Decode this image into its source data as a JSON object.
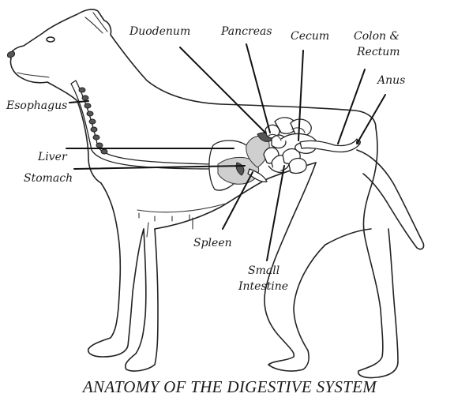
{
  "title": "ANATOMY OF THE DIGESTIVE SYSTEM",
  "labels": {
    "duodenum": "Duodenum",
    "pancreas": "Pancreas",
    "cecum": "Cecum",
    "colon_line1": "Colon &",
    "colon_line2": "Rectum",
    "anus": "Anus",
    "esophagus": "Esophagus",
    "liver": "Liver",
    "stomach": "Stomach",
    "spleen": "Spleen",
    "small_intestine_line1": "Small",
    "small_intestine_line2": "Intestine"
  }
}
